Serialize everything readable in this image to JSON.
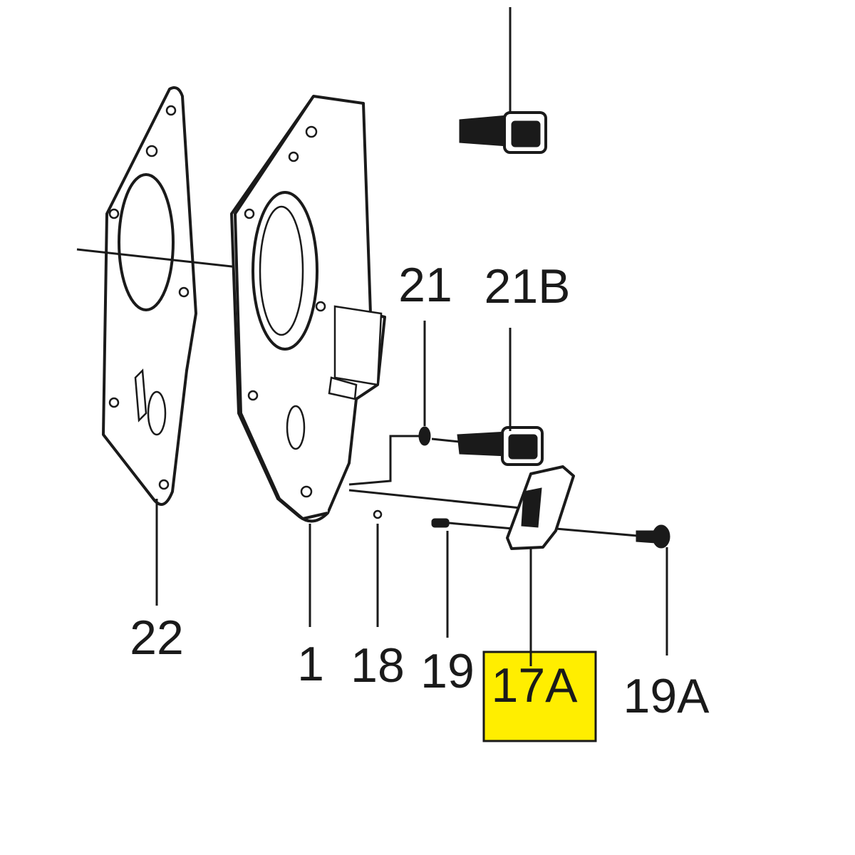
{
  "diagram": {
    "type": "exploded-parts-diagram",
    "highlight_color": "#ffee00",
    "callouts": {
      "p22": "22",
      "p1": "1",
      "p18": "18",
      "p19": "19",
      "p17a": "17A",
      "p19a": "19A",
      "p21": "21",
      "p21b": "21B"
    },
    "highlighted_part": "17A"
  }
}
